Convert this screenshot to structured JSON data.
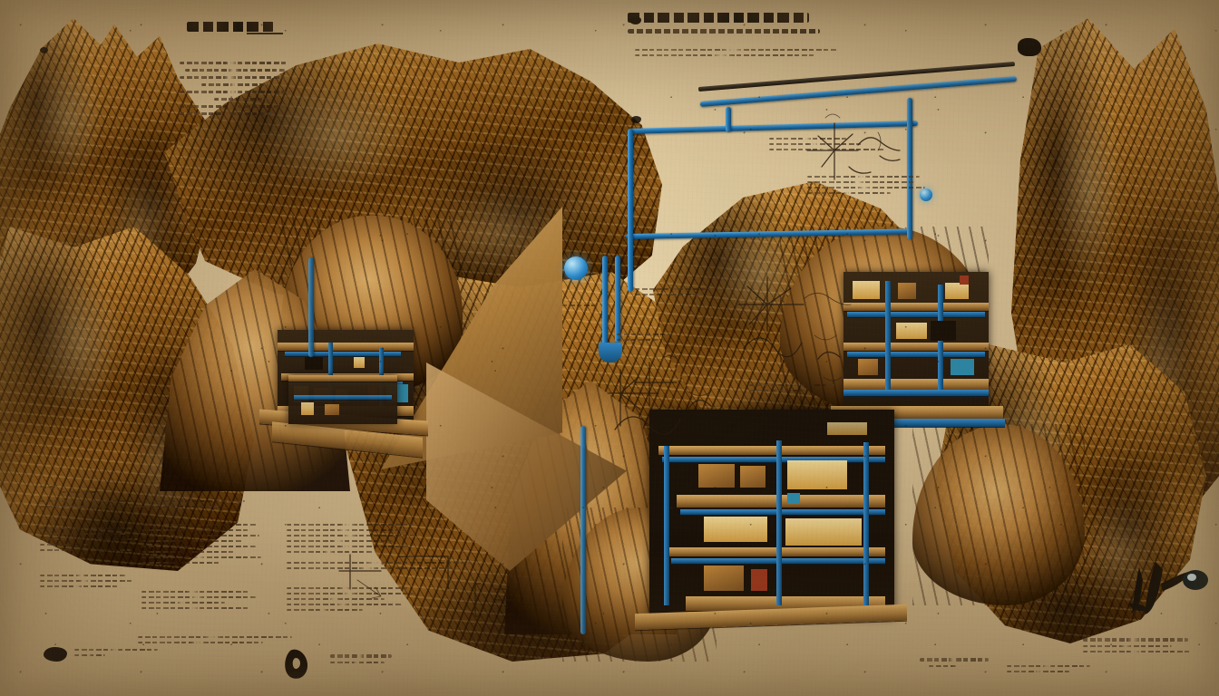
{
  "plate": {
    "medium": "aged parchment / sepia ink technical cutaway illustration",
    "title_block": {
      "label": "title-heading",
      "text": "[illegible pseudo-script heading]",
      "subtitle": "[illegible pseudo-script subtitle line]",
      "body_lines": 2
    },
    "left_heading": {
      "label": "left-section-heading",
      "text": "[illegible pseudo-script heading]",
      "body_lines": 6
    },
    "palette": {
      "parchment": "#dcc8a0",
      "parchment_light": "#e3d2ab",
      "parchment_dark": "#c0a87e",
      "ink": "#271a0d",
      "ink_black": "#120c06",
      "rock_ochre": "#a67c42",
      "rock_light": "#caa46a",
      "rock_shadow": "#2e2011",
      "structure_blue": "#1d6aa8",
      "structure_blue_light": "#3f8fd0",
      "lamp_amber": "#ffe9a8",
      "timber": "#a87b3c",
      "accent_red": "#9c3a20",
      "accent_teal": "#2f8fb5"
    },
    "subject": {
      "name": "cliff cave dwelling cutaway",
      "description": "Sectional view of an inhabited rock massif with vaulted caverns, multi-level timber and blue-steel dwelling modules, and an overhead pipe gantry."
    }
  },
  "annotations": {
    "blocks": [
      {
        "id": "note-upper-left",
        "name": "upper-left-note",
        "text": "[illegible pseudo-script]",
        "lines": 6
      },
      {
        "id": "note-title",
        "name": "title-note",
        "text": "[illegible pseudo-script]",
        "lines": 2
      },
      {
        "id": "note-upper-right",
        "name": "upper-right-note",
        "text": "[illegible pseudo-script]",
        "lines": 4
      },
      {
        "id": "note-mid-right",
        "name": "mid-right-note",
        "text": "[illegible pseudo-script]",
        "lines": 3
      },
      {
        "id": "note-vault-left",
        "name": "vault-left-note",
        "text": "[illegible pseudo-script]",
        "lines": 2
      },
      {
        "id": "note-bottom-a",
        "name": "bottom-note-column-a",
        "text": "[illegible pseudo-script]",
        "lines": 5
      },
      {
        "id": "note-bottom-b",
        "name": "bottom-note-column-b",
        "text": "[illegible pseudo-script]",
        "lines": 4
      },
      {
        "id": "note-bottom-c",
        "name": "bottom-note-column-c",
        "text": "[illegible pseudo-script]",
        "lines": 8
      },
      {
        "id": "note-bottom-d",
        "name": "bottom-note-column-d",
        "text": "[illegible pseudo-script]",
        "lines": 7
      },
      {
        "id": "note-bottom-e",
        "name": "bottom-note-column-e",
        "text": "[illegible pseudo-script]",
        "lines": 6
      },
      {
        "id": "note-bottom-f",
        "name": "bottom-note-column-f",
        "text": "[illegible pseudo-script]",
        "lines": 5
      },
      {
        "id": "note-caption-left",
        "name": "left-seal-caption",
        "text": "[illegible pseudo-script]",
        "lines": 2
      },
      {
        "id": "note-caption-mid",
        "name": "center-seal-caption",
        "text": "[illegible pseudo-script]",
        "lines": 2
      },
      {
        "id": "note-caption-right",
        "name": "right-seal-caption",
        "text": "[illegible pseudo-script]",
        "lines": 3
      },
      {
        "id": "note-lower-right",
        "name": "lower-right-note",
        "text": "[illegible pseudo-script]",
        "lines": 2
      }
    ],
    "sketches": [
      {
        "id": "sketch-upper-right",
        "name": "mechanism-sketch-upper-right",
        "kind": "freehand schematic"
      },
      {
        "id": "sketch-center-left",
        "name": "mechanism-sketch-center-left",
        "kind": "freehand schematic"
      },
      {
        "id": "sketch-center-right",
        "name": "mechanism-sketch-center-right",
        "kind": "freehand schematic"
      },
      {
        "id": "sketch-lower-center",
        "name": "mechanism-sketch-lower-center",
        "kind": "freehand schematic"
      }
    ],
    "seals": [
      {
        "id": "seal-brush-right",
        "name": "brush-calligraphy-mark",
        "glyph": "calligraphic-stroke"
      },
      {
        "id": "seal-loop-center",
        "name": "loop-seal-mark",
        "glyph": "loop-stroke"
      },
      {
        "id": "seal-blot-left",
        "name": "ink-blot-stamp",
        "glyph": "ink-blot"
      },
      {
        "id": "seal-dot-topright",
        "name": "corner-ink-dot",
        "glyph": "ink-dot"
      }
    ]
  },
  "structures": {
    "dwellings": [
      {
        "id": "dwell-left",
        "name": "left-cavern-dwelling",
        "levels": 3
      },
      {
        "id": "dwell-right-upper",
        "name": "right-upper-dwelling",
        "levels": 4
      },
      {
        "id": "dwell-center-low",
        "name": "center-lower-workshop",
        "levels": 4
      }
    ],
    "gantry": {
      "id": "pipe-gantry",
      "name": "overhead-pipe-gantry",
      "color": "#1d6aa8"
    },
    "masses": [
      {
        "id": "rock-left-spire",
        "name": "left-cliff-spire"
      },
      {
        "id": "rock-center",
        "name": "central-rock-massif"
      },
      {
        "id": "rock-right-cliff",
        "name": "right-cliff-face"
      }
    ]
  }
}
